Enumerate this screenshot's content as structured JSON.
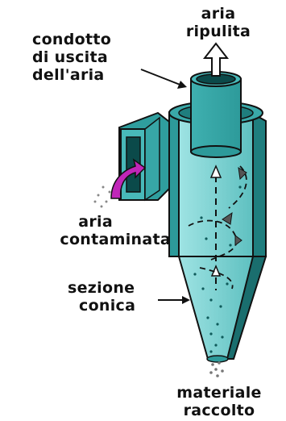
{
  "labels": {
    "clean_air": [
      "aria",
      "ripulita"
    ],
    "outlet_duct": [
      "condotto",
      "di uscita",
      "dell'aria"
    ],
    "contaminated_air": [
      "aria",
      "contaminata"
    ],
    "conical_section": [
      "sezione",
      "conica"
    ],
    "collected_material": [
      "materiale",
      "raccolto"
    ]
  },
  "colors": {
    "body_light": "#7fd4d4",
    "body_mid": "#41b5b5",
    "body_dark": "#1f7e7e",
    "duct_dark": "#0b4a4a",
    "inlet_arrow": "#c026b8",
    "outline": "#111111"
  }
}
